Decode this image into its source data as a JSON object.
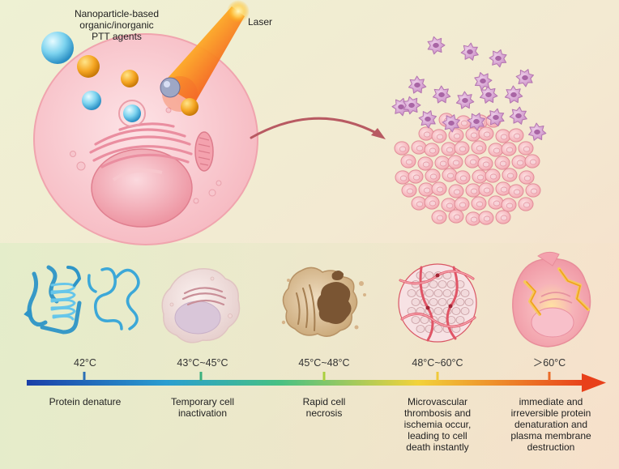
{
  "labels": {
    "agents": "Nanoparticle-based\norganic/inorganic\nPTT agents",
    "laser": "Laser"
  },
  "stages": [
    {
      "temp": "42°C",
      "desc": "Protein denature"
    },
    {
      "temp": "43°C~45°C",
      "desc": "Temporary cell\ninactivation"
    },
    {
      "temp": "45°C~48°C",
      "desc": "Rapid cell\nnecrosis"
    },
    {
      "temp": "48°C~60°C",
      "desc": "Microvascular\nthrombosis and\nischemia occur,\nleading to cell\ndeath instantly"
    },
    {
      "temp": "＞60°C",
      "desc": "immediate and\nirreversible protein\ndenaturation and\nplasma membrane\ndestruction"
    }
  ],
  "colors": {
    "scale_start": "#1a3fa8",
    "scale_mid": "#3dbb8a",
    "scale_yellow": "#f2d23a",
    "scale_end": "#e8401a",
    "tick_colors": [
      "#2a6fb5",
      "#3bb07e",
      "#a9cf3e",
      "#f0c93a",
      "#ea6a28"
    ]
  }
}
